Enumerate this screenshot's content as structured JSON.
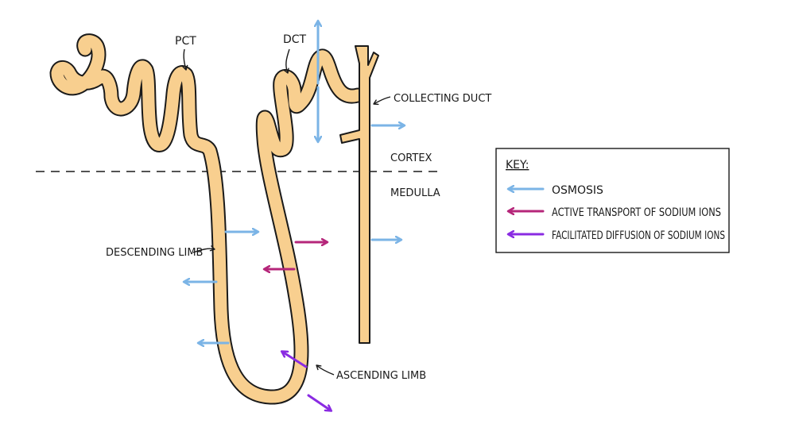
{
  "labels": {
    "pct": "PCT",
    "dct": "DCT",
    "collecting_duct": "COLLECTING DUCT",
    "cortex": "CORTEX",
    "medulla": "MEDULLA",
    "descending_limb": "DESCENDING LIMB",
    "ascending_limb": "ASCENDING LIMB"
  },
  "key": {
    "title": "KEY:",
    "items": [
      {
        "label": "OSMOSIS",
        "color": "#7bb4e6"
      },
      {
        "label": "ACTIVE TRANSPORT OF SODIUM IONS",
        "color": "#b5267a"
      },
      {
        "label": "FACILITATED DIFFUSION OF SODIUM IONS",
        "color": "#8a2be2"
      }
    ]
  },
  "colors": {
    "tubule_fill": "#f8cf8f",
    "tubule_outline": "#1a1a1a",
    "osmosis": "#7bb4e6",
    "active_transport": "#b5267a",
    "facilitated_diffusion": "#8a2be2"
  }
}
